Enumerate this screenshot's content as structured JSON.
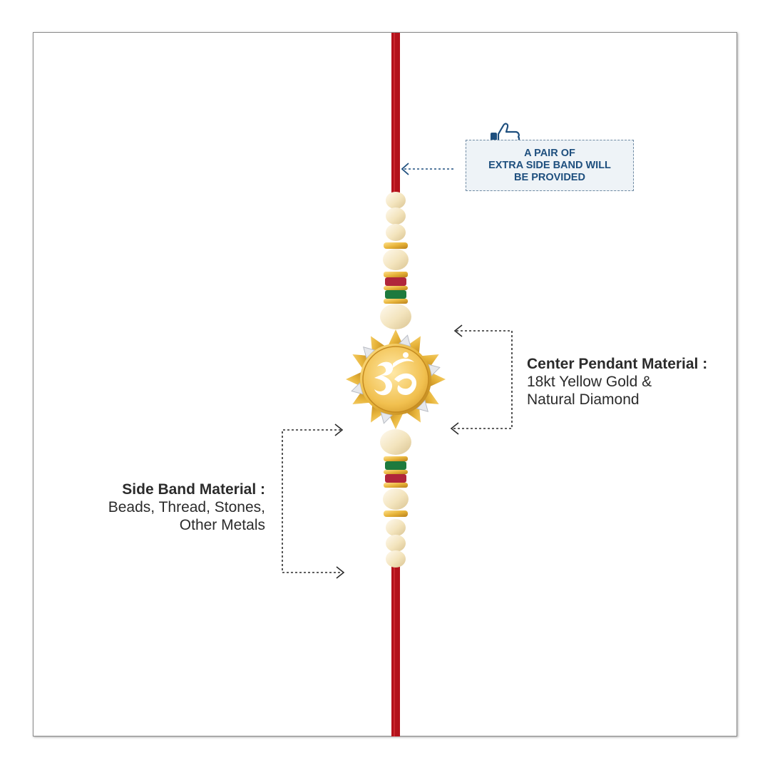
{
  "callout": {
    "lines": [
      "A PAIR OF",
      "EXTRA SIDE BAND WILL",
      "BE PROVIDED"
    ],
    "icon": "thumbs-up-icon",
    "text_color": "#1e4f7e"
  },
  "pendant_label": {
    "title": "Center Pendant Material :",
    "lines": [
      "18kt Yellow Gold &",
      "Natural Diamond"
    ]
  },
  "band_label": {
    "title": "Side Band Material :",
    "lines": [
      "Beads, Thread, Stones,",
      "Other Metals"
    ]
  },
  "colors": {
    "thread": "#b3121b",
    "bead": "#f3e4bd",
    "gold": "#e7b43a",
    "ruby": "#b0263b",
    "emerald": "#1d7a3e"
  }
}
